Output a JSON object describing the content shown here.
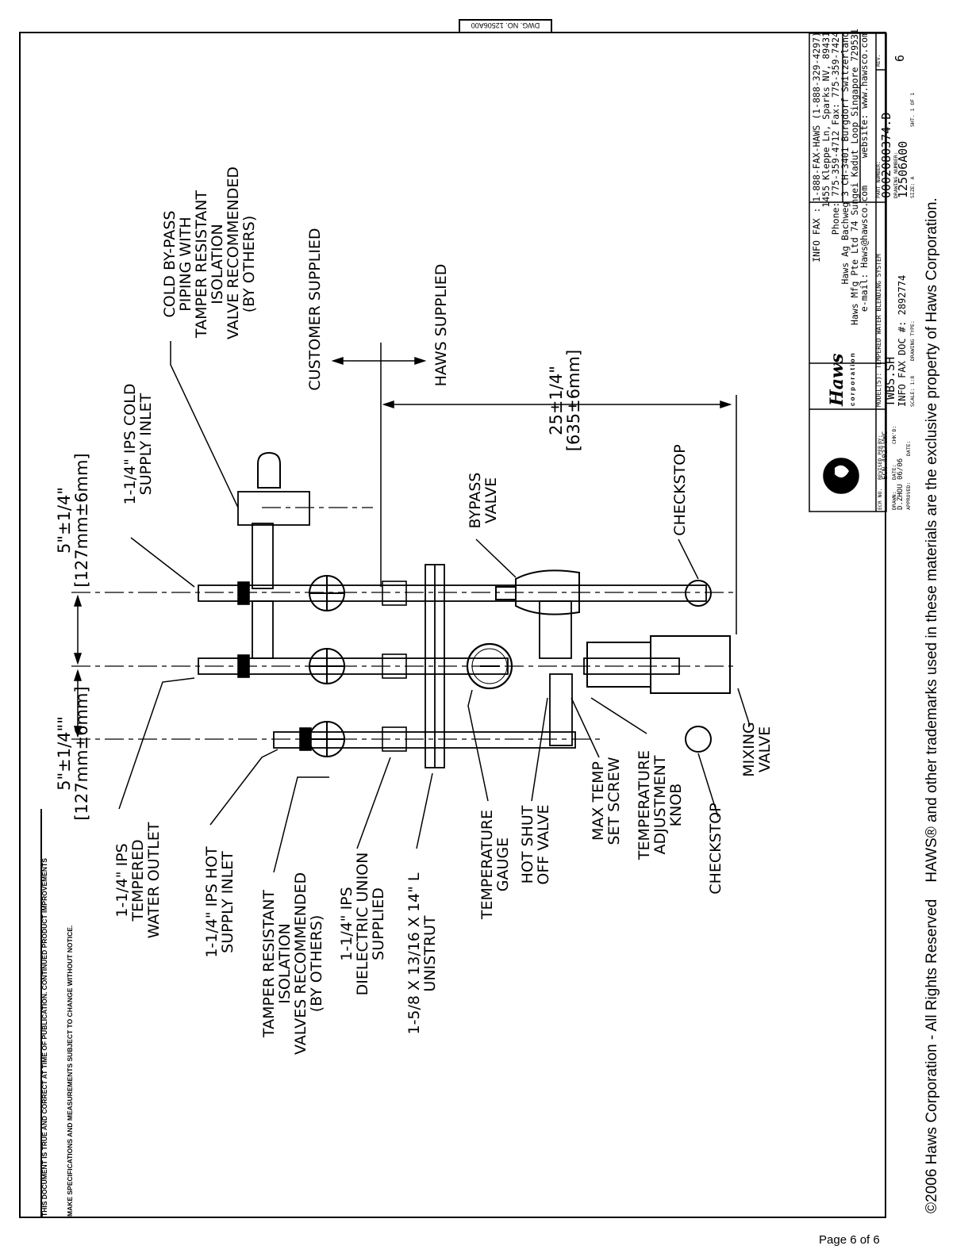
{
  "drawing_number_tab": "DWG. NO. 12506A00",
  "notice": {
    "line1": "THIS DOCUMENT IS TRUE AND CORRECT AT TIME OF PUBLICATION. CONTINUED PRODUCT IMPROVEMENTS",
    "line2": "MAKE SPECIFICATIONS AND MEASUREMENTS SUBJECT TO CHANGE WITHOUT NOTICE."
  },
  "dimensions": {
    "left_spacing": "5\"±1/4\"\"\n[127mm±6mm]",
    "top_spacing": "5\"±1/4\"\n[127mm±6mm]",
    "vertical": "25±1/4\"\n[635±6mm]"
  },
  "supply_labels": {
    "customer": "CUSTOMER SUPPLIED",
    "haws": "HAWS SUPPLIED"
  },
  "callouts": {
    "tempered_outlet": "1-1/4\" IPS\nTEMPERED\nWATER OUTLET",
    "hot_inlet": "1-1/4\" IPS HOT\nSUPPLY INLET",
    "tamper_valves": "TAMPER RESISTANT\nISOLATION\nVALVES RECOMMENDED\n(BY OTHERS)",
    "dielectric": "1-1/4\" IPS\nDIELECTRIC UNION\nSUPPLIED",
    "unistrut": "1-5/8 X 13/16 X 14\" L\nUNISTRUT",
    "temp_gauge": "TEMPERATURE\nGAUGE",
    "hot_shutoff": "HOT SHUT\nOFF VALVE",
    "max_temp": "MAX TEMP\nSET SCREW",
    "temp_knob": "TEMPERATURE\nADJUSTMENT\nKNOB",
    "checkstop_lower": "CHECKSTOP",
    "mixing_valve": "MIXING\nVALVE",
    "checkstop_upper": "CHECKSTOP",
    "bypass_valve": "BYPASS\nVALVE",
    "cold_inlet": "1-1/4\" IPS COLD\nSUPPLY INLET",
    "cold_bypass": "COLD BY-PASS\nPIPING WITH\nTAMPER RESISTANT\nISOLATION\nVALVE RECOMMENDED\n(BY OTHERS)"
  },
  "title_block": {
    "logo_text": "Haws",
    "logo_sub": "c o r p o r a t i o n",
    "contact": "INFO FAX : 1-888-FAX-HAWS (1-888-329-4297)\n1455 Kleppe Ln, Sparks NV, 89431\nPhone: 775-359-4712 Fax: 775-359-7424\nHaws Ag Bachweg 3 CH-3401 Burgdorf Switzerland\nHaws Mfg Pte Ltd 74 Sungei Kadut Loop Singapore 729531\ne-mail: Haws@hawsco.com     website: www.hawsco.com",
    "ecr_no_label": "ECR NO.",
    "revised_per_label": "REVISED PER",
    "revised_per_value": "ECN-4027",
    "by_label": "BY:",
    "by_value": "VWC",
    "drawn_label": "DRAWN:",
    "drawn_value": "D.ZHOU",
    "date_label": "DATE:",
    "date_value": "06/06",
    "chkd_label": "CHK'D:",
    "approved_label": "APPROVED:",
    "date2_label": "DATE:",
    "models_label": "MODEL(S): TEMPERED WATER BLENDING SYSTEM",
    "model": "TWBS.SH",
    "info_fax": "INFO FAX DOC #: 2892774",
    "scale": "SCALE: 1:8",
    "drawing_type_label": "DRAWING TYPE:",
    "part_number_label": "PART NUMBER:",
    "part_number": "0002080374.D",
    "rev_label": "REV.",
    "drawing_number_label": "DRAWING NUMBER:",
    "drawing_number": "12506A00",
    "rev": "6",
    "size": "SIZE: A",
    "sheet": "SHT. 1 OF 1"
  },
  "copyright": "©2006 Haws Corporation - All Rights Reserved    HAWS® and other trademarks used in these materials are the exclusive property of Haws Corporation.",
  "page_number": "Page 6 of 6"
}
